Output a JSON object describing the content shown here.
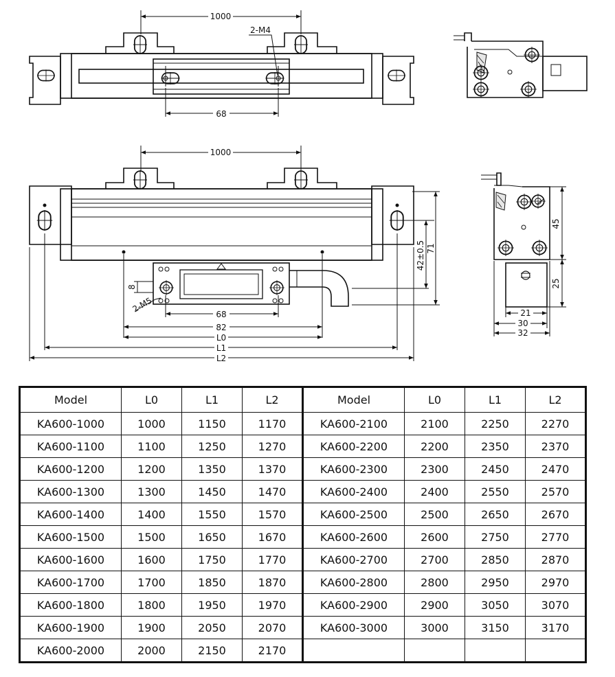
{
  "drawing": {
    "top_view": {
      "span": "1000",
      "thread": "2-M4",
      "hole_pitch": "68"
    },
    "front_view": {
      "span": "1000",
      "thread": "2-M5",
      "small_dim": "8",
      "hole_pitch": "68",
      "head_width": "82",
      "length_labels": [
        "L0",
        "L1",
        "L2"
      ]
    },
    "side_view": {
      "height_total": "71",
      "height_mount": "42±0.5",
      "height_upper": "45",
      "height_lower": "25",
      "widths": [
        "21",
        "30",
        "32"
      ]
    }
  },
  "table": {
    "headers": [
      "Model",
      "L0",
      "L1",
      "L2"
    ],
    "left": [
      [
        "KA600-1000",
        "1000",
        "1150",
        "1170"
      ],
      [
        "KA600-1100",
        "1100",
        "1250",
        "1270"
      ],
      [
        "KA600-1200",
        "1200",
        "1350",
        "1370"
      ],
      [
        "KA600-1300",
        "1300",
        "1450",
        "1470"
      ],
      [
        "KA600-1400",
        "1400",
        "1550",
        "1570"
      ],
      [
        "KA600-1500",
        "1500",
        "1650",
        "1670"
      ],
      [
        "KA600-1600",
        "1600",
        "1750",
        "1770"
      ],
      [
        "KA600-1700",
        "1700",
        "1850",
        "1870"
      ],
      [
        "KA600-1800",
        "1800",
        "1950",
        "1970"
      ],
      [
        "KA600-1900",
        "1900",
        "2050",
        "2070"
      ],
      [
        "KA600-2000",
        "2000",
        "2150",
        "2170"
      ]
    ],
    "right": [
      [
        "KA600-2100",
        "2100",
        "2250",
        "2270"
      ],
      [
        "KA600-2200",
        "2200",
        "2350",
        "2370"
      ],
      [
        "KA600-2300",
        "2300",
        "2450",
        "2470"
      ],
      [
        "KA600-2400",
        "2400",
        "2550",
        "2570"
      ],
      [
        "KA600-2500",
        "2500",
        "2650",
        "2670"
      ],
      [
        "KA600-2600",
        "2600",
        "2750",
        "2770"
      ],
      [
        "KA600-2700",
        "2700",
        "2850",
        "2870"
      ],
      [
        "KA600-2800",
        "2800",
        "2950",
        "2970"
      ],
      [
        "KA600-2900",
        "2900",
        "3050",
        "3070"
      ],
      [
        "KA600-3000",
        "3000",
        "3150",
        "3170"
      ],
      [
        "",
        "",
        "",
        ""
      ]
    ]
  }
}
